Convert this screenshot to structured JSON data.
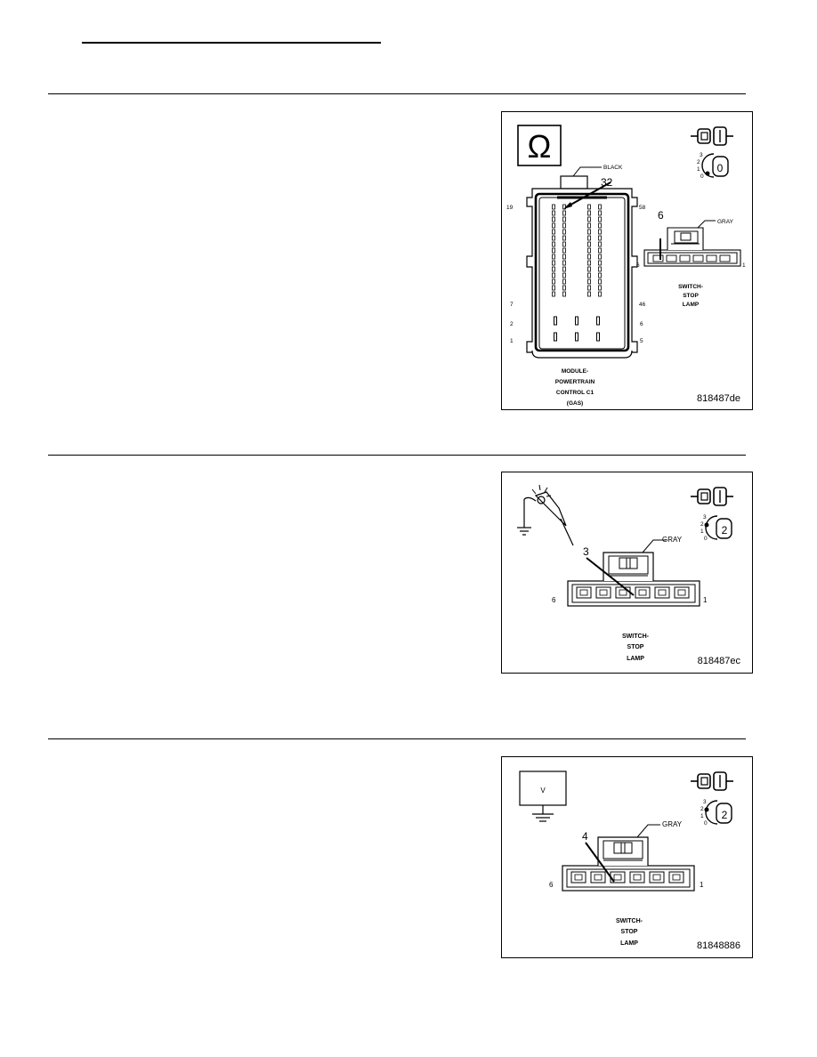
{
  "figures": [
    {
      "id": "818487de",
      "ohm_symbol": "Ω",
      "ignition_position": "0",
      "dial_marks": [
        "3",
        "2",
        "1",
        "0"
      ],
      "pcm_connector": {
        "color_label": "BLACK",
        "callout_pin": "32",
        "pin_numbers": {
          "top_left": "19",
          "top_right": "58",
          "mid_left": "7",
          "mid_right": "46",
          "low_left": "2",
          "low_right": "6",
          "bottom_left": "1",
          "bottom_right": "5"
        },
        "caption": [
          "MODULE-",
          "POWERTRAIN",
          "CONTROL C1",
          "(GAS)"
        ]
      },
      "switch_connector": {
        "color_label": "GRAY",
        "callout_pin": "6",
        "left_number": "6",
        "right_number": "1",
        "caption": [
          "SWITCH-",
          "STOP",
          "LAMP"
        ]
      }
    },
    {
      "id": "818487ec",
      "ignition_position": "2",
      "dial_marks": [
        "3",
        "2",
        "1",
        "0"
      ],
      "switch_connector": {
        "color_label": "GRAY",
        "callout_pin": "3",
        "left_number": "6",
        "right_number": "1",
        "caption": [
          "SWITCH-",
          "STOP",
          "LAMP"
        ]
      }
    },
    {
      "id": "81848886",
      "voltmeter_label": "V",
      "ignition_position": "2",
      "dial_marks": [
        "3",
        "2",
        "1",
        "0"
      ],
      "switch_connector": {
        "color_label": "GRAY",
        "callout_pin": "4",
        "left_number": "6",
        "right_number": "1",
        "caption": [
          "SWITCH-",
          "STOP",
          "LAMP"
        ]
      }
    }
  ]
}
